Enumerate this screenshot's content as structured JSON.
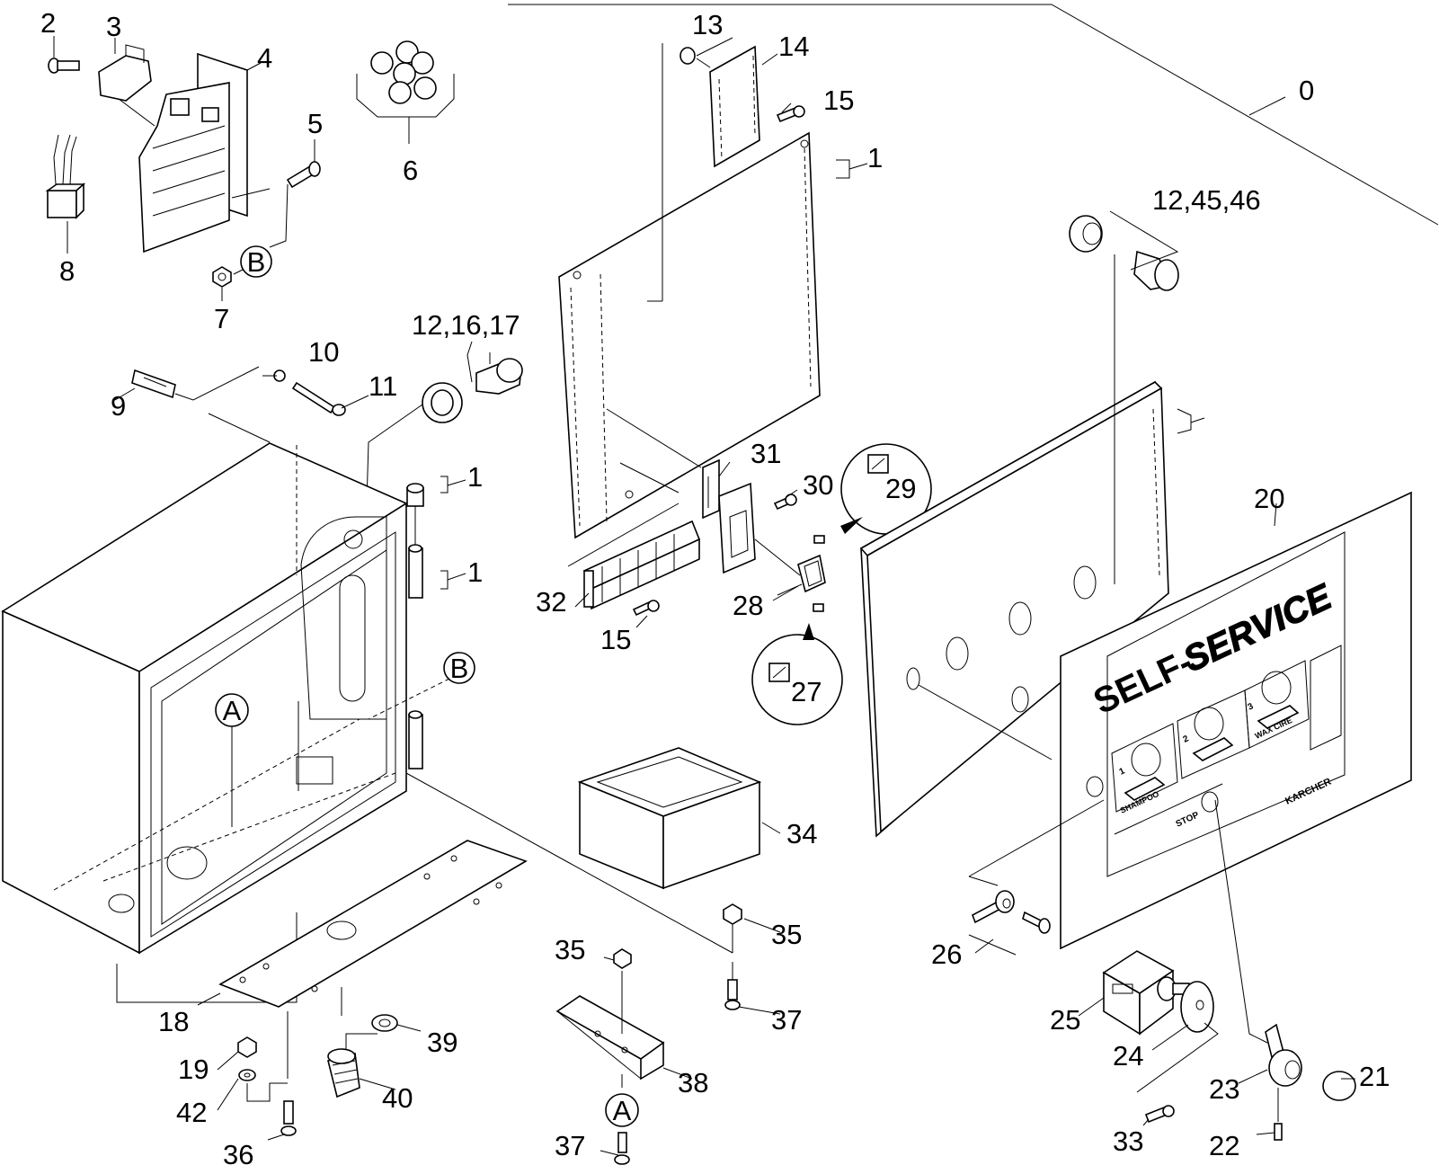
{
  "callouts": {
    "c0": "0",
    "c1a": "1",
    "c1b": "1",
    "c1c": "1",
    "c2": "2",
    "c3": "3",
    "c4": "4",
    "c5": "5",
    "c6": "6",
    "c7": "7",
    "c8": "8",
    "c9": "9",
    "c10": "10",
    "c11": "11",
    "c12_16_17": "12,16,17",
    "c12_45_46": "12,45,46",
    "c13": "13",
    "c14": "14",
    "c15a": "15",
    "c15b": "15",
    "c18": "18",
    "c19": "19",
    "c20": "20",
    "c21": "21",
    "c22": "22",
    "c23": "23",
    "c24": "24",
    "c25": "25",
    "c26": "26",
    "c27": "27",
    "c28": "28",
    "c29": "29",
    "c30": "30",
    "c31": "31",
    "c32": "32",
    "c33": "33",
    "c34": "34",
    "c35a": "35",
    "c35b": "35",
    "c36": "36",
    "c37a": "37",
    "c37b": "37",
    "c38": "38",
    "c39": "39",
    "c40": "40",
    "c42": "42"
  },
  "reference_marks": {
    "a_box": "A",
    "a_bracket": "A",
    "b_top": "B",
    "b_box": "B"
  },
  "panel": {
    "title_left": "SELF-",
    "title_right": "SERVICE",
    "opt1_num": "1",
    "opt1_label": "SHAMPOO",
    "opt2_num": "2",
    "opt3_num": "3",
    "opt3_label": "WAX CIRE",
    "stop_label": "STOP",
    "brand": "KARCHER"
  }
}
